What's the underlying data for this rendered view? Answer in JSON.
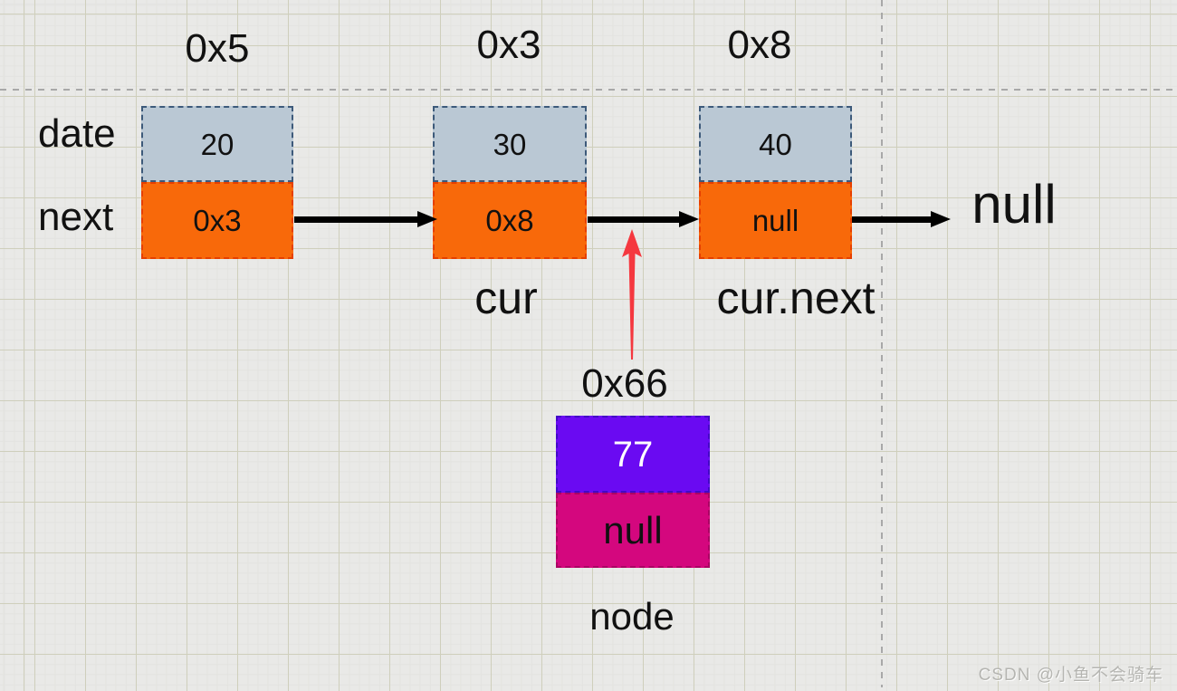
{
  "diagram": {
    "description": "Singly linked list insertion diagram",
    "field_labels": {
      "data": "date",
      "next": "next"
    },
    "nodes": [
      {
        "address": "0x5",
        "data": "20",
        "next": "0x3"
      },
      {
        "address": "0x3",
        "data": "30",
        "next": "0x8"
      },
      {
        "address": "0x8",
        "data": "40",
        "next": "null"
      }
    ],
    "tail_label": "null",
    "pointer_labels": {
      "cur": "cur",
      "cur_next": "cur.next"
    },
    "new_node": {
      "address": "0x66",
      "data": "77",
      "next": "null",
      "label": "node"
    }
  },
  "watermark": "CSDN @小鱼不会骑车",
  "theme": {
    "data_cell_fill": "#bac8d4",
    "data_cell_border": "#3d5a7a",
    "next_cell_fill": "#f8690a",
    "next_cell_border": "#e63f00",
    "new_data_fill": "#6a0af2",
    "new_data_border": "#4209c6",
    "new_next_fill": "#d4077e",
    "new_next_border": "#aa0563",
    "arrow_color": "#000000",
    "pointer_arrow_color": "#f5383f",
    "guide_color": "#a8a8a8",
    "watermark_color": "#b5b5b1"
  }
}
